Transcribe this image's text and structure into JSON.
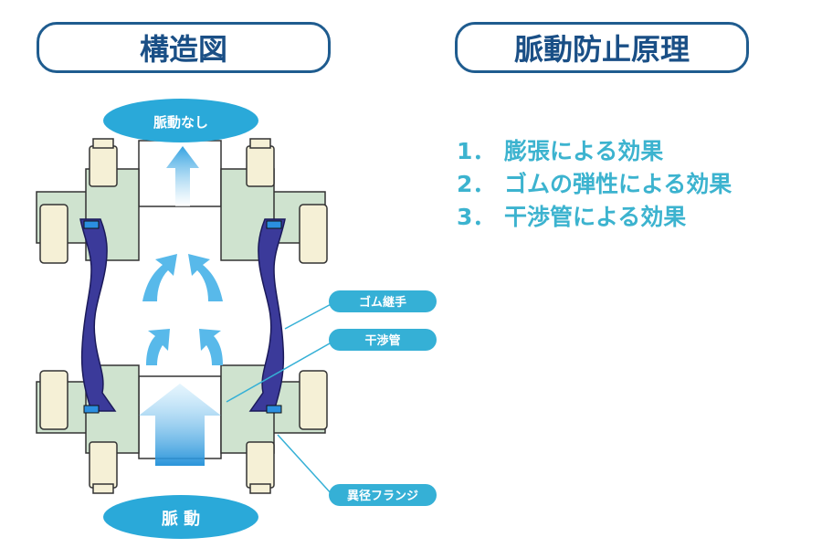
{
  "titles": {
    "structure": "構造図",
    "principle": "脈動防止原理"
  },
  "principles": [
    {
      "num": "1．",
      "text": "膨張による効果"
    },
    {
      "num": "2．",
      "text": "ゴムの弾性による効果"
    },
    {
      "num": "3．",
      "text": "干渉管による効果"
    }
  ],
  "diagram": {
    "top_label": "脈動なし",
    "bottom_label": "脈 動",
    "callouts": {
      "rubber": "ゴム継手",
      "tube": "干渉管",
      "flange": "異径フランジ"
    }
  },
  "colors": {
    "title_text": "#1a4f86",
    "title_border": "#1f5c8f",
    "principle_text": "#3cb3cf",
    "ellipse": "#2aa9d9",
    "callout": "#35b0d6",
    "rubber": "#3b3a9a",
    "flange": "#cfe3cf",
    "bolt": "#f5f0d6"
  }
}
